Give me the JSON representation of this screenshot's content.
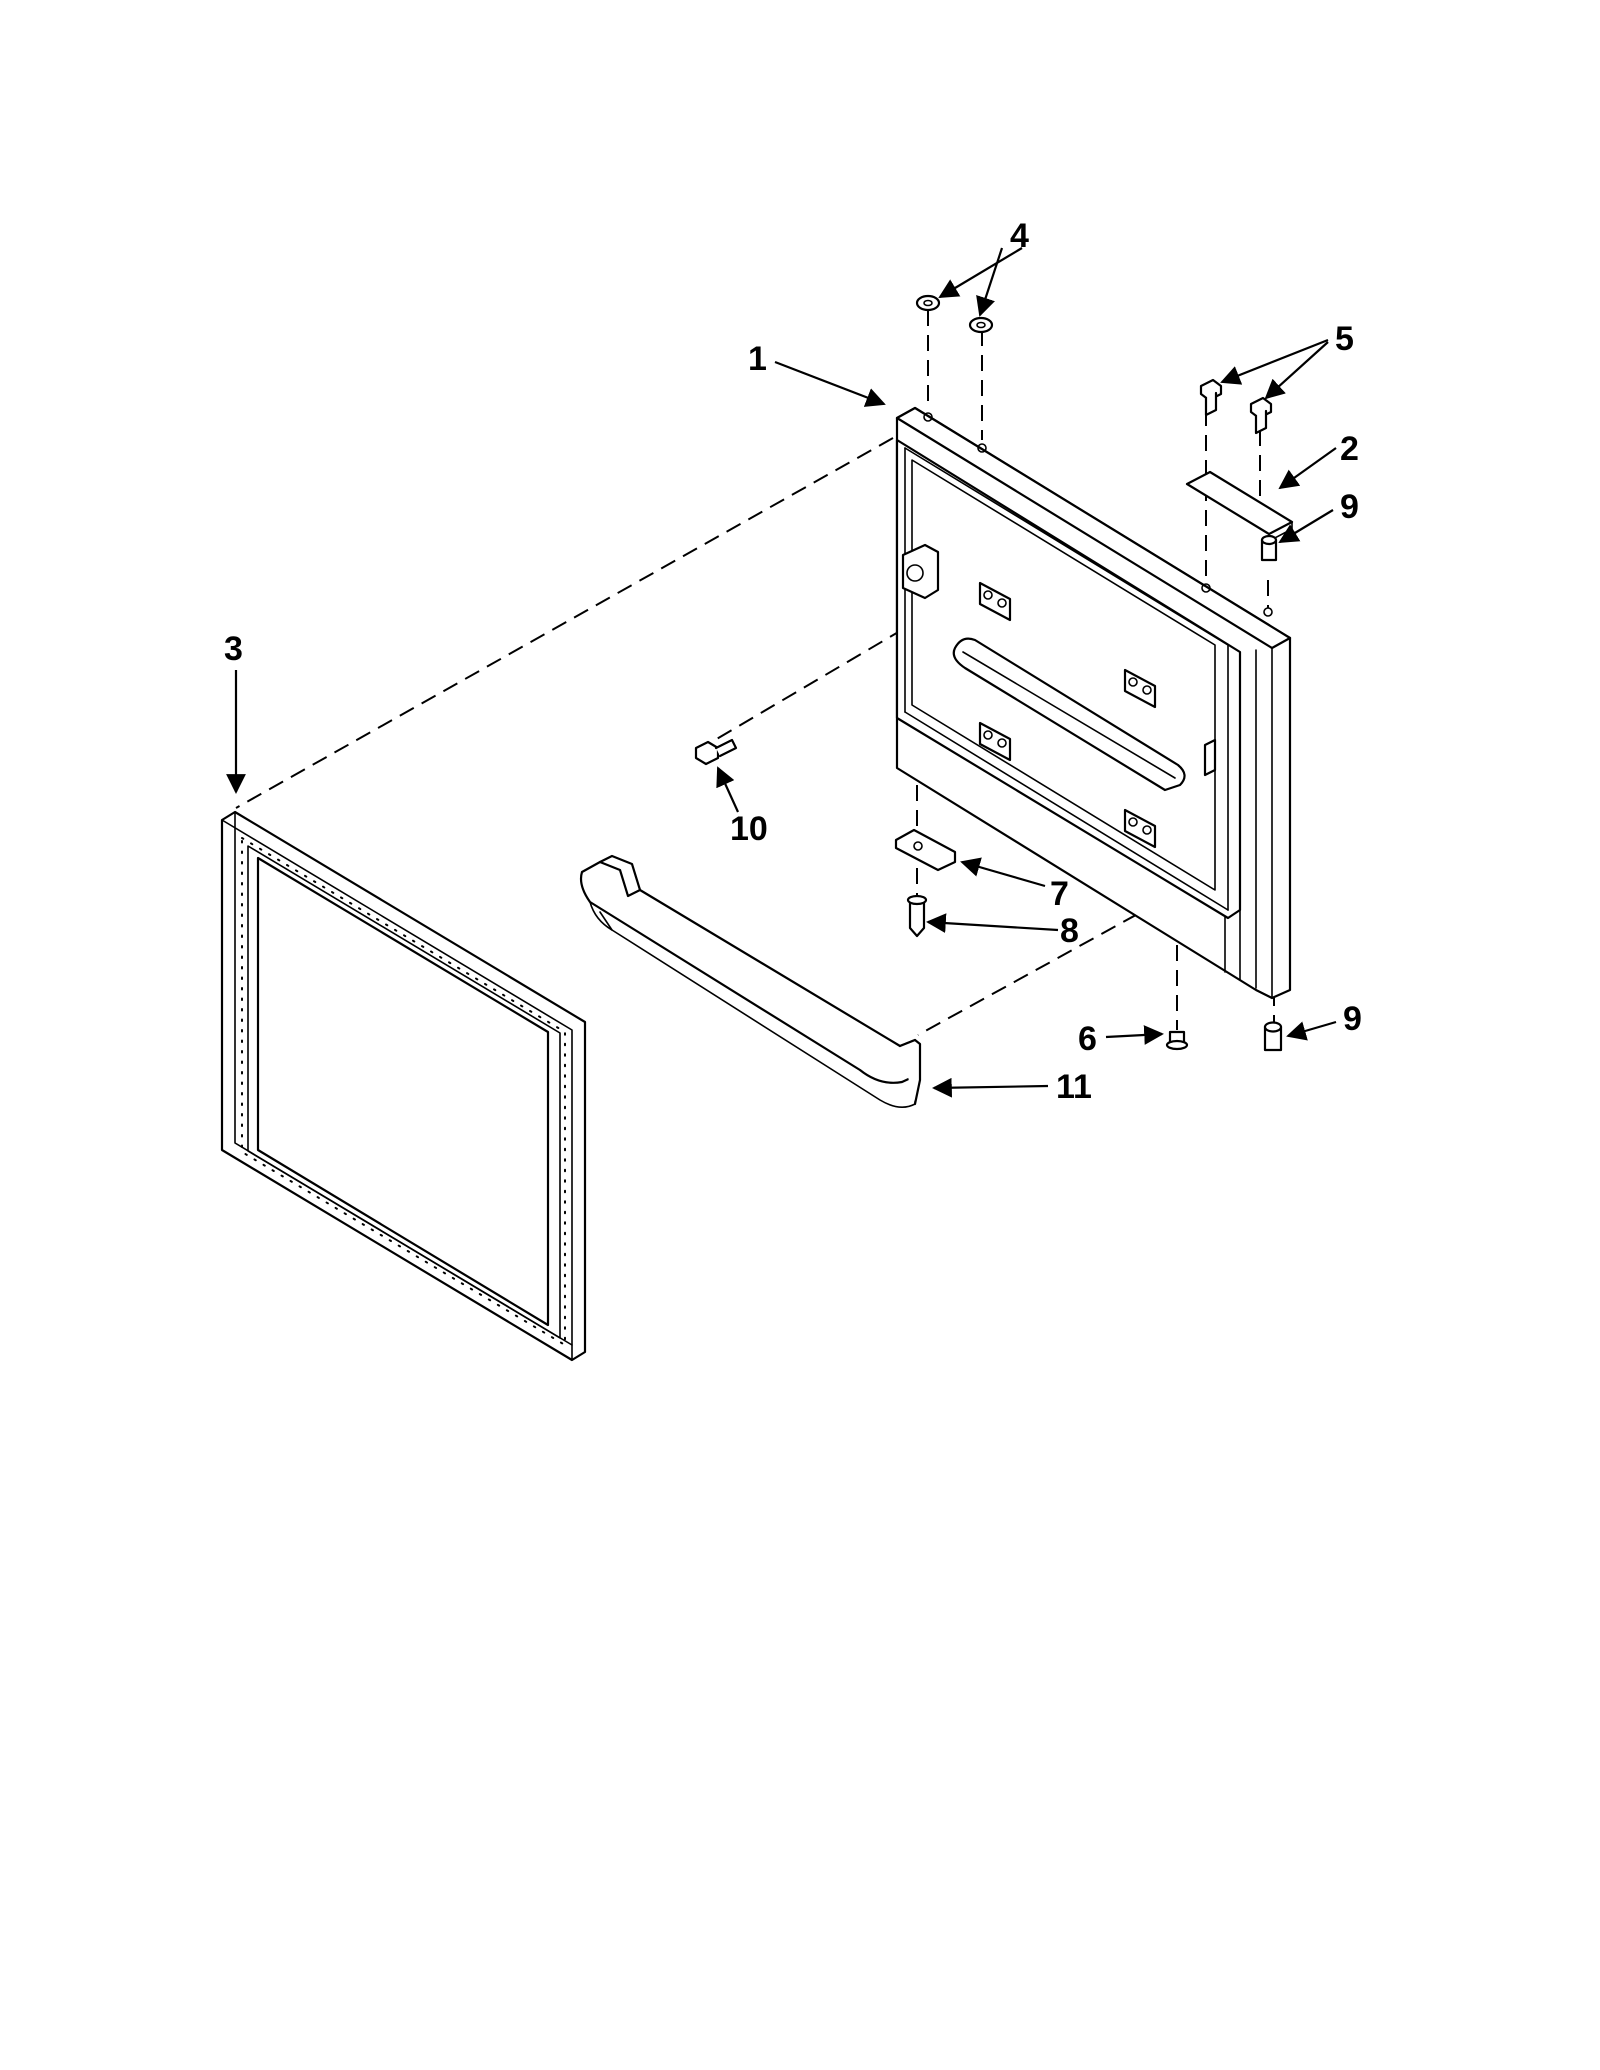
{
  "callouts": [
    {
      "id": "c1",
      "label": "1"
    },
    {
      "id": "c2",
      "label": "2"
    },
    {
      "id": "c3",
      "label": "3"
    },
    {
      "id": "c4",
      "label": "4"
    },
    {
      "id": "c5",
      "label": "5"
    },
    {
      "id": "c6",
      "label": "6"
    },
    {
      "id": "c7",
      "label": "7"
    },
    {
      "id": "c8",
      "label": "8"
    },
    {
      "id": "c9a",
      "label": "9"
    },
    {
      "id": "c9b",
      "label": "9"
    },
    {
      "id": "c10",
      "label": "10"
    },
    {
      "id": "c11",
      "label": "11"
    }
  ],
  "colors": {
    "line": "#000000",
    "background": "#ffffff"
  }
}
